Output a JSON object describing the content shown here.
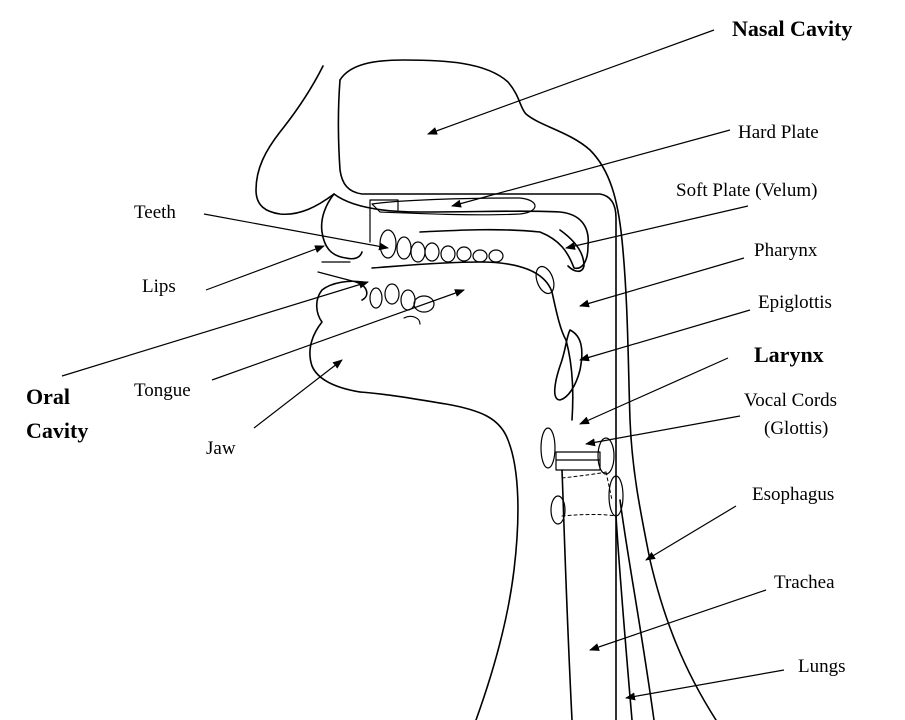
{
  "labels": {
    "nasal_cavity": "Nasal Cavity",
    "hard_plate": "Hard Plate",
    "soft_plate": "Soft Plate (Velum)",
    "pharynx": "Pharynx",
    "epiglottis": "Epiglottis",
    "larynx": "Larynx",
    "vocal_cords_line1": "Vocal Cords",
    "vocal_cords_line2": "(Glottis)",
    "esophagus": "Esophagus",
    "trachea": "Trachea",
    "lungs": "Lungs",
    "teeth": "Teeth",
    "lips": "Lips",
    "oral_line1": "Oral",
    "oral_line2": "Cavity",
    "tongue": "Tongue",
    "jaw": "Jaw"
  }
}
